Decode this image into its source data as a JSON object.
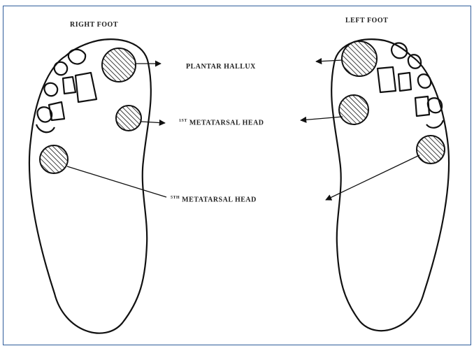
{
  "figure": {
    "right_foot_label": "RIGHT FOOT",
    "left_foot_label": "LEFT FOOT",
    "labels": {
      "plantar_hallux": "PLANTAR HALLUX",
      "first_metatarsal": {
        "sup": "1ST",
        "text": "METATARSAL HEAD"
      },
      "fifth_metatarsal": {
        "sup": "5TH",
        "text": "METATARSAL HEAD"
      }
    }
  },
  "colors": {
    "border": "#2f5d9b",
    "ink": "#111111"
  }
}
